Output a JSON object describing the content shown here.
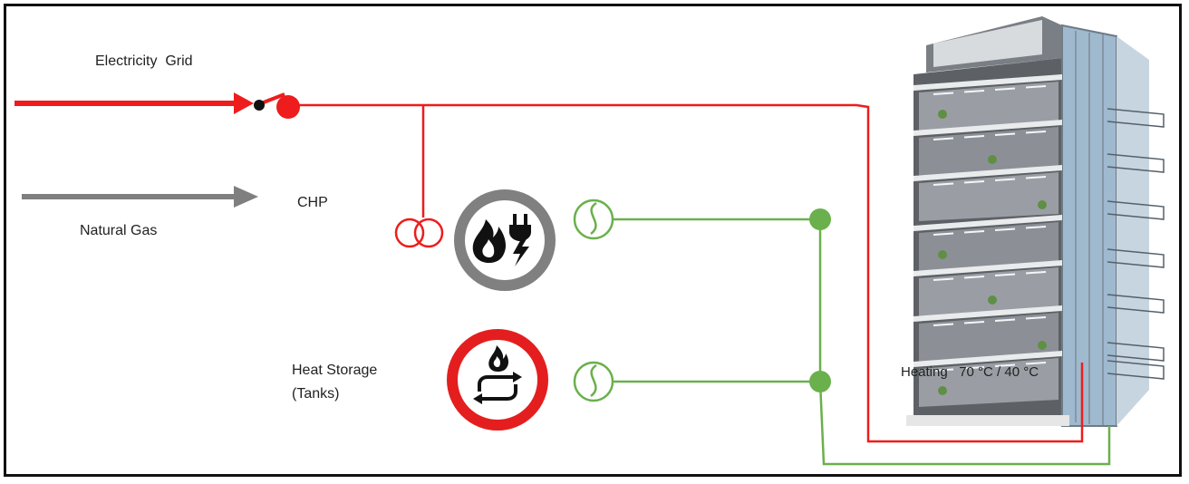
{
  "labels": {
    "electricity_grid": "Electricity  Grid",
    "natural_gas": "Natural Gas",
    "chp": "CHP",
    "heat_storage": "Heat Storage\n(Tanks)",
    "heating": "Heating   70 °C / 40 °C"
  },
  "colors": {
    "electricity": "#ee1c1c",
    "gas": "#7f7f7f",
    "heat": "#6ab04c",
    "chp_ring": "#808080",
    "storage_ring": "#e41e1e"
  },
  "icons": {
    "chp": "flame-plug-icon",
    "storage": "flame-cycle-icon",
    "transformer": "transformer-icon",
    "heat_exchanger": "heat-exchanger-icon",
    "building": "building-icon"
  }
}
